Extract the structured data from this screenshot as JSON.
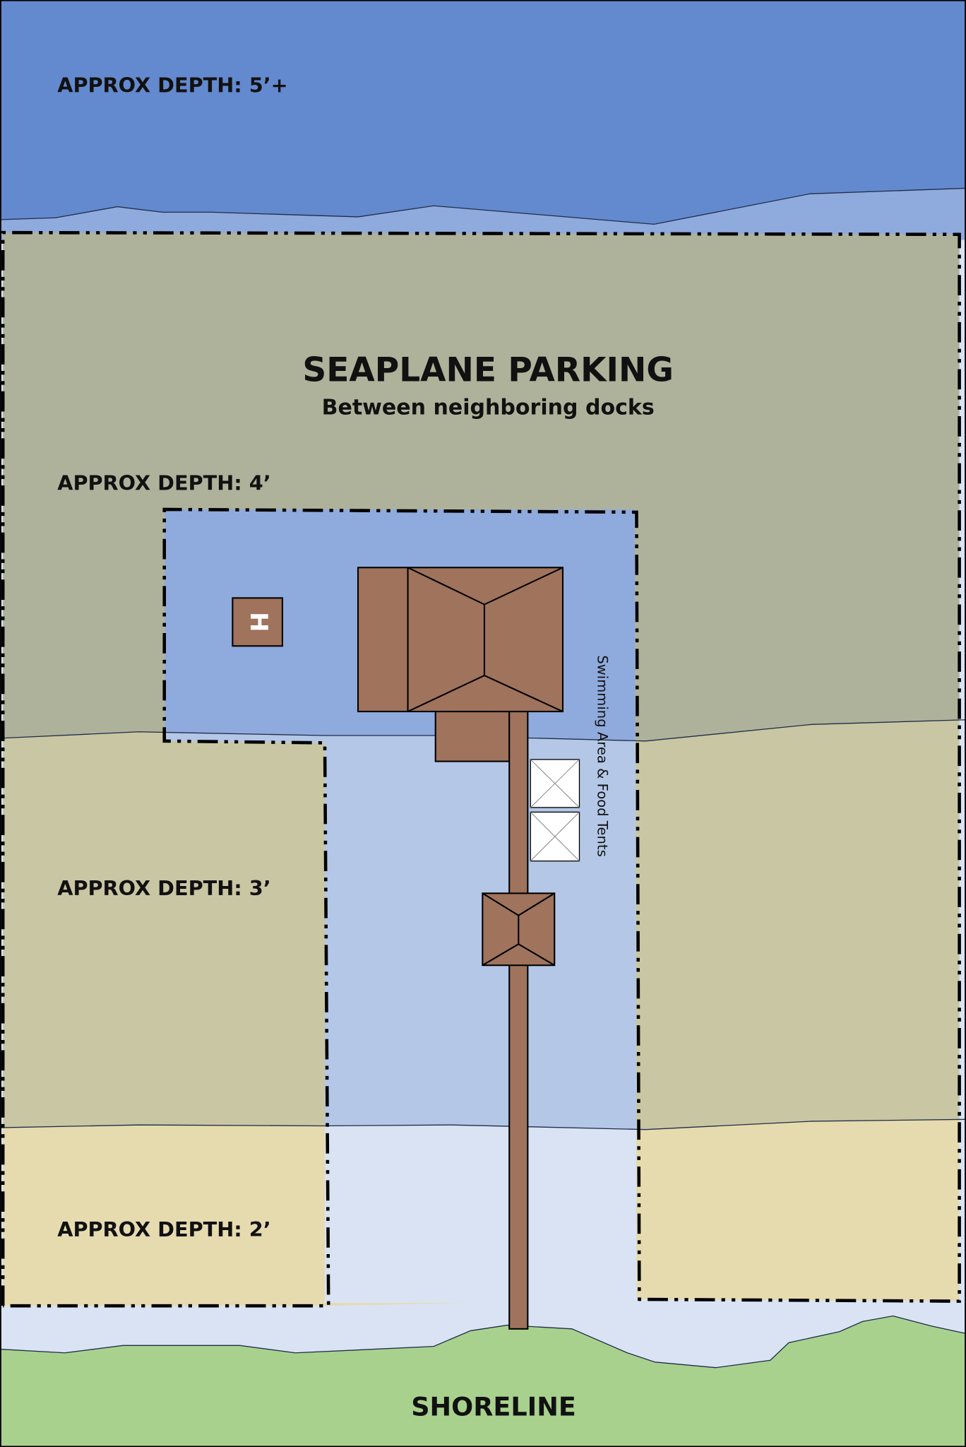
{
  "labels": {
    "depth_5": "APPROX DEPTH: 5’+",
    "depth_4": "APPROX DEPTH: 4’",
    "depth_3": "APPROX DEPTH: 3’",
    "depth_2": "APPROX DEPTH: 2’",
    "seaplane_title": "SEAPLANE PARKING",
    "seaplane_subtitle": "Between neighboring docks",
    "swimming": "Swimming Area & Food Tents",
    "shoreline": "SHORELINE",
    "helipad": "H"
  },
  "colors": {
    "deep_water": "#6389cf",
    "water_4ft": "#8faadc",
    "water_3ft": "#b4c7e7",
    "water_2ft": "#dae3f3",
    "seaplane_zone": "#afb29b",
    "zone_3ft": "#c9c6a3",
    "zone_2ft": "#e6daaf",
    "shore": "#a9d18e",
    "dock": "#a0735c"
  }
}
